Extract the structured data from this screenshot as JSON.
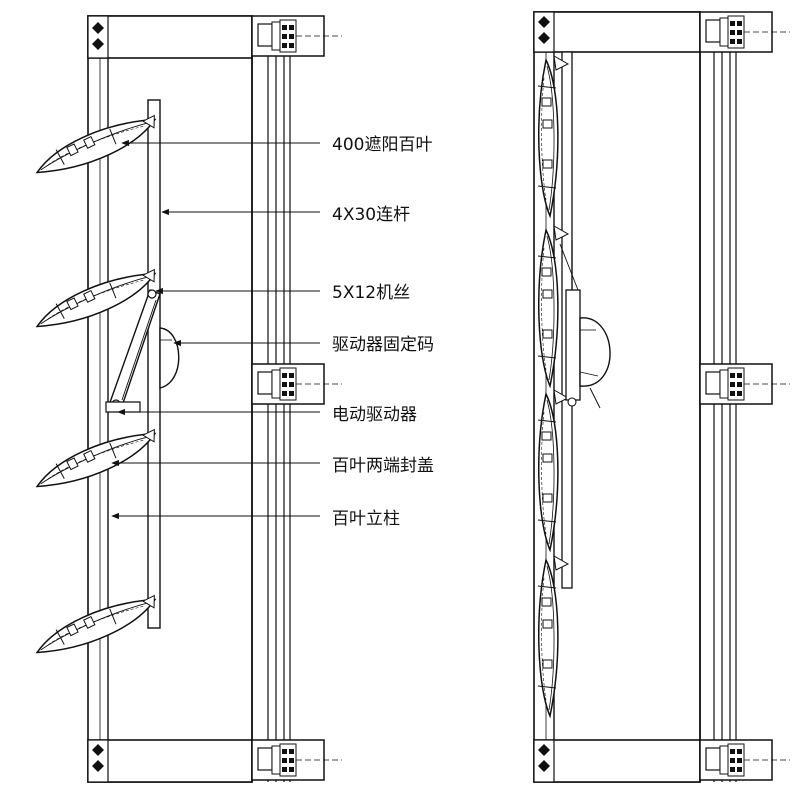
{
  "colors": {
    "line": "#1a1a1a",
    "frame_fill": "#ffffff",
    "block_fill": "#f2f2f2",
    "background": "#ffffff"
  },
  "labels": {
    "louver": "400遮阳百叶",
    "link_rod": "4X30连杆",
    "machine_screw": "5X12机丝",
    "actuator_bracket": "驱动器固定码",
    "electric_actuator": "电动驱动器",
    "end_cap": "百叶两端封盖",
    "louver_post": "百叶立柱"
  }
}
